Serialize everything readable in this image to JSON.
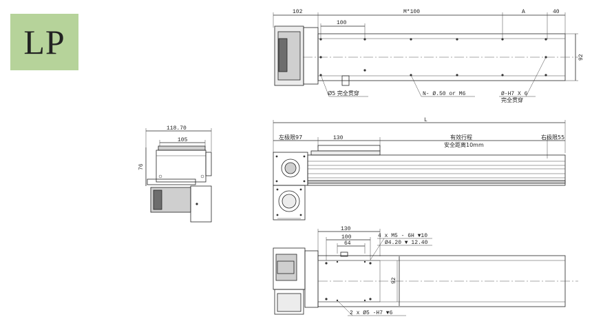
{
  "badge": {
    "text": "LP",
    "color": "#b6d39a"
  },
  "top_view": {
    "dim_102": "102",
    "dim_m100": "M*100",
    "dim_a": "A",
    "dim_40": "40",
    "dim_100": "100",
    "dim_92": "92",
    "note_left": "Ø5 完全贯穿",
    "note_mid": "N- Ø.50 or M6",
    "note_right_1": "Ø-H7 X 6",
    "note_right_2": "完全贯穿"
  },
  "end_view": {
    "dim_118": "118.70",
    "dim_105": "105",
    "dim_76": "76"
  },
  "side_view": {
    "dim_L": "L",
    "left_limit": "左极限97",
    "dim_130": "130",
    "stroke_1": "有效行程",
    "stroke_2": "安全距离10mm",
    "right_limit": "右极限55"
  },
  "bottom_view": {
    "dim_130": "130",
    "dim_100": "100",
    "dim_64": "64",
    "dim_92": "92",
    "note_1": "4 x  M5 - 6H  ▼10",
    "note_2": "Ø4.20  ▼ 12.40",
    "note_3": "2 x  Ø5 -H7 ▼6"
  }
}
